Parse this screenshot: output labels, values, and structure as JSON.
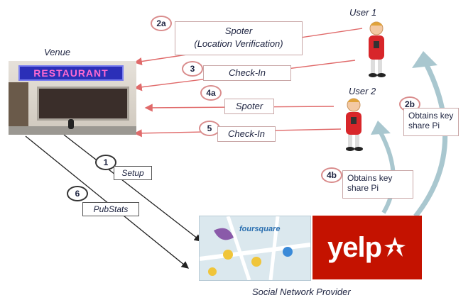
{
  "labels": {
    "venue": "Venue",
    "user1": "User 1",
    "user2": "User 2",
    "provider": "Social Network Provider"
  },
  "steps": [
    {
      "badge": "2a",
      "text": "Spoter",
      "text2": "(Location Verification)"
    },
    {
      "badge": "3",
      "text": "Check-In"
    },
    {
      "badge": "4a",
      "text": "Spoter"
    },
    {
      "badge": "5",
      "text": "Check-In"
    },
    {
      "badge": "2b",
      "text": "Obtains key",
      "text2": "share Pi"
    },
    {
      "badge": "4b",
      "text": "Obtains key",
      "text2": "share Pi"
    },
    {
      "badge": "1",
      "text": "Setup"
    },
    {
      "badge": "6",
      "text": "PubStats"
    }
  ],
  "logos": {
    "restaurant": "RESTAURANT",
    "foursquare": "foursquare",
    "yelp": "yelp"
  },
  "colors": {
    "arrow_red": "#e06a6a",
    "arrow_teal": "#a9c7cf",
    "yelp_red": "#c41200",
    "restaurant_sign": "#2b2fb8"
  }
}
